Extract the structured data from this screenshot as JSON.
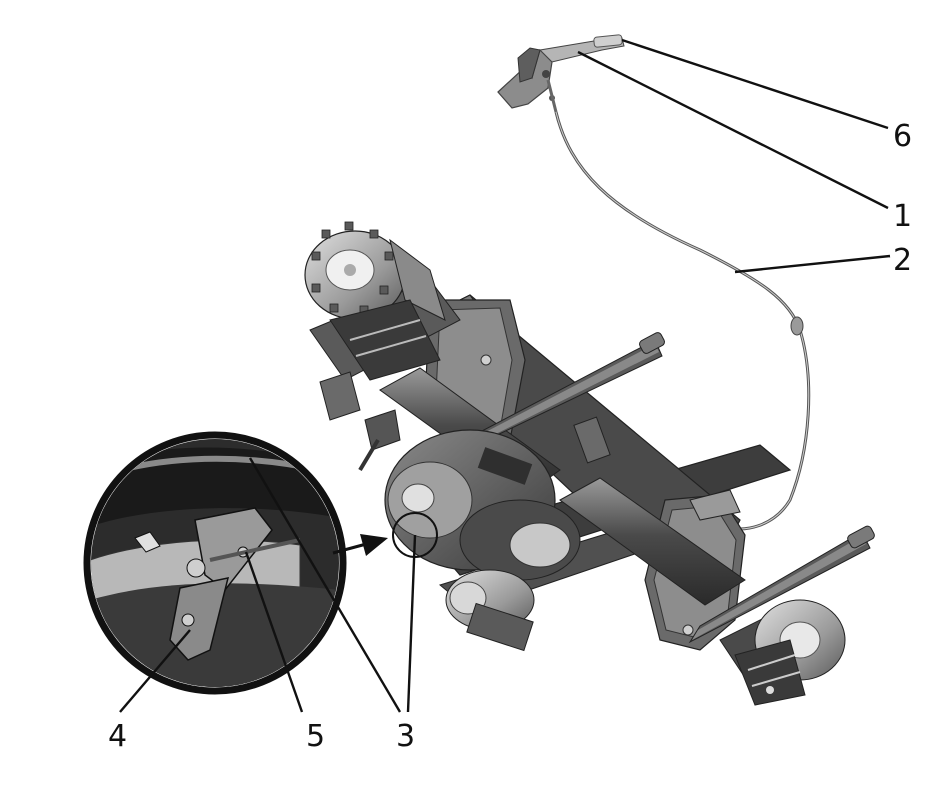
{
  "callouts": [
    {
      "id": "6",
      "label": "6"
    },
    {
      "id": "1",
      "label": "1"
    },
    {
      "id": "2",
      "label": "2"
    },
    {
      "id": "4",
      "label": "4"
    },
    {
      "id": "5",
      "label": "5"
    },
    {
      "id": "3",
      "label": "3"
    }
  ],
  "colors": {
    "ink": "#111111",
    "metal_dark": "#3a3a3a",
    "metal_mid": "#6b6b6b",
    "metal_light": "#a9a9a9",
    "metal_highlight": "#d8d8d8",
    "background": "#ffffff"
  },
  "parts": {
    "pedal": "pedal-bracket",
    "cable": "control-cable",
    "axle": "drive-axle-assembly",
    "detail": "magnified-detail-inset"
  }
}
